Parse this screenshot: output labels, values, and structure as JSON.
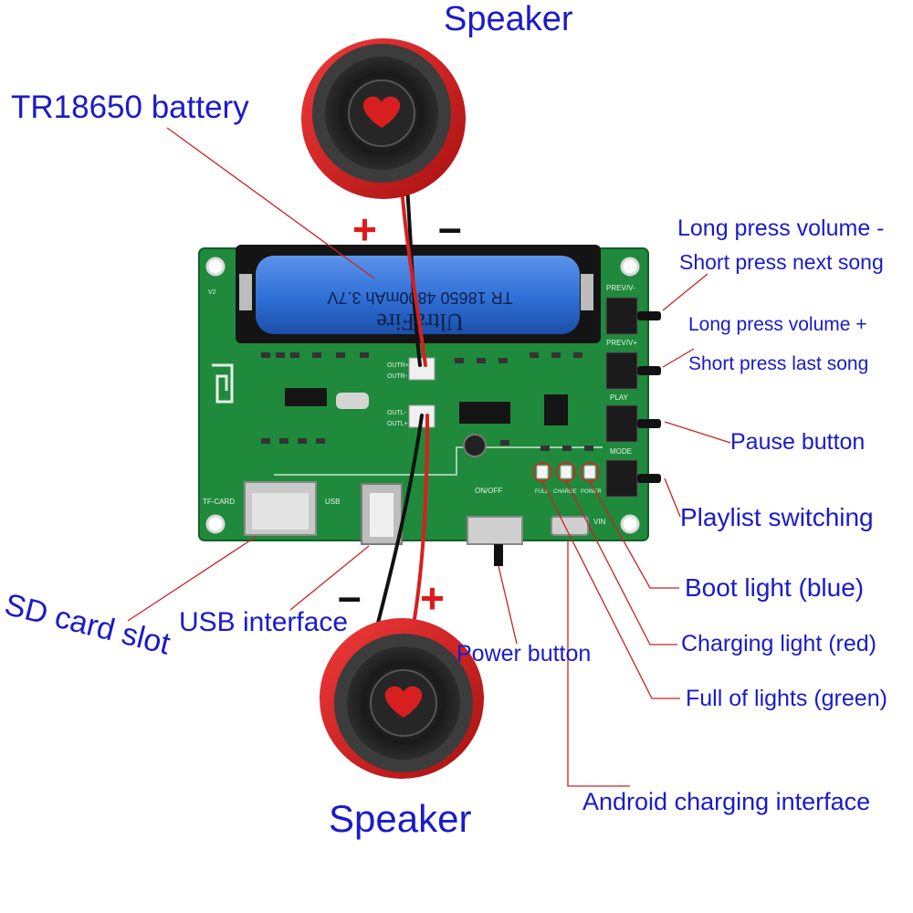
{
  "labels": {
    "speaker_top": "Speaker",
    "speaker_bottom": "Speaker",
    "battery": "TR18650 battery",
    "prev_v_line1": "Long press volume -",
    "prev_v_line2": "Short press next song",
    "prev_v_plus_line1": "Long press volume +",
    "prev_v_plus_line2": "Short press last song",
    "pause": "Pause button",
    "playlist": "Playlist switching",
    "boot_light": "Boot light (blue)",
    "charging_light": "Charging light (red)",
    "full_light": "Full of lights (green)",
    "android_charging": "Android charging interface",
    "power_button": "Power button",
    "usb_interface": "USB interface",
    "sd_card_slot": "SD card slot"
  },
  "polarity": {
    "top_plus": "+",
    "top_minus": "–",
    "bottom_minus": "–",
    "bottom_plus": "+"
  },
  "board": {
    "battery_text_1": "TR 18650 4800mAh 3.7V",
    "battery_text_2": "UltraFire",
    "silk_prev_minus": "PREV/V-",
    "silk_prev_plus": "PREV/V+",
    "silk_play": "PLAY",
    "silk_mode": "MODE",
    "silk_tf_card": "TF-CARD",
    "silk_usb": "USB",
    "silk_on_off": "ON/OFF",
    "silk_vin": "VIN",
    "silk_full": "FULL",
    "silk_charge": "CHARGE",
    "silk_power": "POWER",
    "silk_outr_plus": "OUTR+",
    "silk_outr_minus": "OUTR-",
    "silk_outl_plus": "OUTL+",
    "silk_outl_minus": "OUTL-",
    "silk_version": "V2"
  },
  "colors": {
    "label_text": "#1a1acc",
    "leader_line": "#cc2222",
    "pcb": "#1f8a3c",
    "battery": "#2f6fd6",
    "speaker_rim": "#d81f1f",
    "polarity_plus": "#e01a1a",
    "polarity_minus": "#111111"
  }
}
